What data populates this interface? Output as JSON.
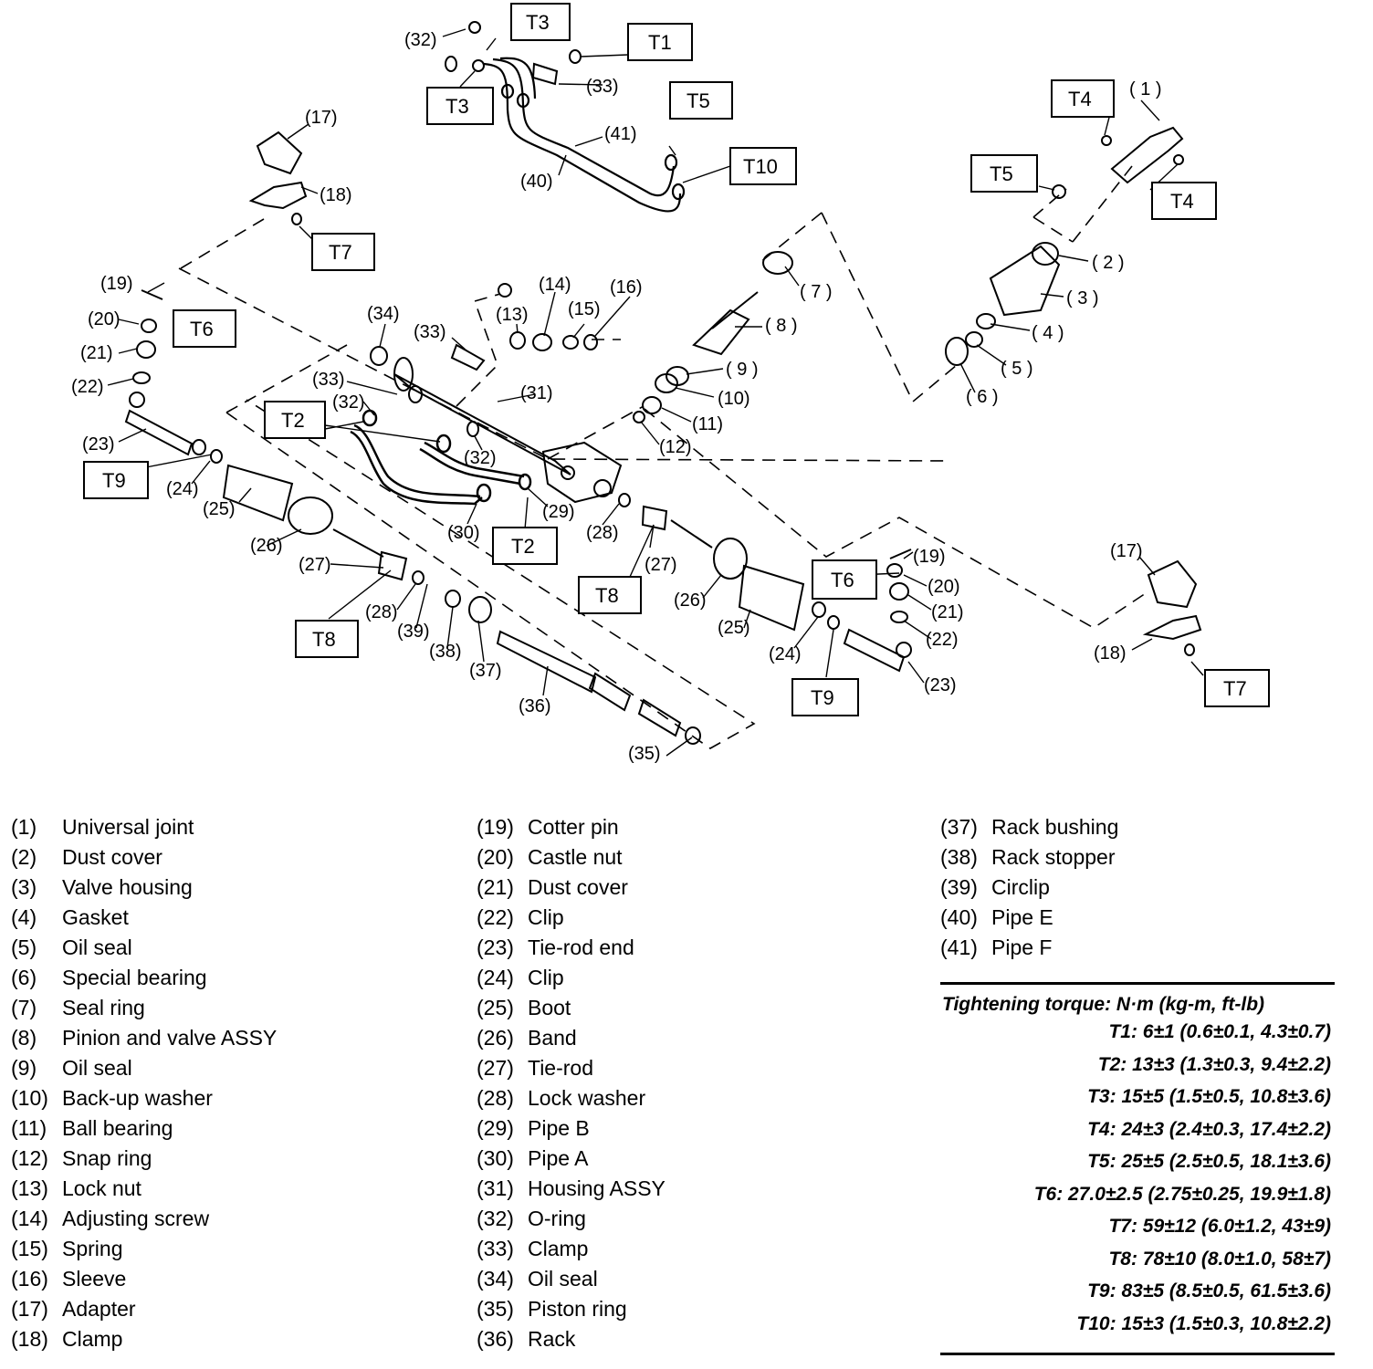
{
  "diagram": {
    "callouts": {
      "c1": "( 1 )",
      "c2": "( 2 )",
      "c3": "( 3 )",
      "c4": "( 4 )",
      "c5": "( 5 )",
      "c6": "( 6 )",
      "c7": "( 7 )",
      "c8": "( 8 )",
      "c9": "( 9 )",
      "c10": "(10)",
      "c11": "(11)",
      "c12": "(12)",
      "c13": "(13)",
      "c14": "(14)",
      "c15": "(15)",
      "c16": "(16)",
      "c17": "(17)",
      "c18": "(18)",
      "c19": "(19)",
      "c20": "(20)",
      "c21": "(21)",
      "c22": "(22)",
      "c23": "(23)",
      "c24": "(24)",
      "c25": "(25)",
      "c26": "(26)",
      "c27": "(27)",
      "c28": "(28)",
      "c29": "(29)",
      "c30": "(30)",
      "c31": "(31)",
      "c32": "(32)",
      "c33": "(33)",
      "c34": "(34)",
      "c35": "(35)",
      "c36": "(36)",
      "c37": "(37)",
      "c38": "(38)",
      "c39": "(39)",
      "c40": "(40)",
      "c41": "(41)"
    },
    "torque_tags": {
      "t1": "T1",
      "t2": "T2",
      "t3": "T3",
      "t4": "T4",
      "t5": "T5",
      "t6": "T6",
      "t7": "T7",
      "t8": "T8",
      "t9": "T9",
      "t10": "T10"
    }
  },
  "legend": {
    "col1": [
      {
        "num": "(1)",
        "name": "Universal joint"
      },
      {
        "num": "(2)",
        "name": "Dust cover"
      },
      {
        "num": "(3)",
        "name": "Valve housing"
      },
      {
        "num": "(4)",
        "name": "Gasket"
      },
      {
        "num": "(5)",
        "name": "Oil seal"
      },
      {
        "num": "(6)",
        "name": "Special bearing"
      },
      {
        "num": "(7)",
        "name": "Seal ring"
      },
      {
        "num": "(8)",
        "name": "Pinion and valve ASSY"
      },
      {
        "num": "(9)",
        "name": "Oil seal"
      },
      {
        "num": "(10)",
        "name": "Back-up washer"
      },
      {
        "num": "(11)",
        "name": "Ball bearing"
      },
      {
        "num": "(12)",
        "name": "Snap ring"
      },
      {
        "num": "(13)",
        "name": "Lock nut"
      },
      {
        "num": "(14)",
        "name": "Adjusting screw"
      },
      {
        "num": "(15)",
        "name": "Spring"
      },
      {
        "num": "(16)",
        "name": "Sleeve"
      },
      {
        "num": "(17)",
        "name": "Adapter"
      },
      {
        "num": "(18)",
        "name": "Clamp"
      }
    ],
    "col2": [
      {
        "num": "(19)",
        "name": "Cotter pin"
      },
      {
        "num": "(20)",
        "name": "Castle nut"
      },
      {
        "num": "(21)",
        "name": "Dust cover"
      },
      {
        "num": "(22)",
        "name": "Clip"
      },
      {
        "num": "(23)",
        "name": "Tie-rod end"
      },
      {
        "num": "(24)",
        "name": "Clip"
      },
      {
        "num": "(25)",
        "name": "Boot"
      },
      {
        "num": "(26)",
        "name": "Band"
      },
      {
        "num": "(27)",
        "name": "Tie-rod"
      },
      {
        "num": "(28)",
        "name": "Lock washer"
      },
      {
        "num": "(29)",
        "name": "Pipe B"
      },
      {
        "num": "(30)",
        "name": "Pipe A"
      },
      {
        "num": "(31)",
        "name": "Housing ASSY"
      },
      {
        "num": "(32)",
        "name": "O-ring"
      },
      {
        "num": "(33)",
        "name": "Clamp"
      },
      {
        "num": "(34)",
        "name": "Oil seal"
      },
      {
        "num": "(35)",
        "name": "Piston ring"
      },
      {
        "num": "(36)",
        "name": "Rack"
      }
    ],
    "col3": [
      {
        "num": "(37)",
        "name": "Rack bushing"
      },
      {
        "num": "(38)",
        "name": "Rack stopper"
      },
      {
        "num": "(39)",
        "name": "Circlip"
      },
      {
        "num": "(40)",
        "name": "Pipe E"
      },
      {
        "num": "(41)",
        "name": "Pipe F"
      }
    ]
  },
  "torque": {
    "title": "Tightening torque: N·m (kg-m, ft-lb)",
    "rows": [
      {
        "tag": "T1:",
        "value": "6±1 (0.6±0.1, 4.3±0.7)"
      },
      {
        "tag": "T2:",
        "value": "13±3 (1.3±0.3, 9.4±2.2)"
      },
      {
        "tag": "T3:",
        "value": "15±5 (1.5±0.5, 10.8±3.6)"
      },
      {
        "tag": "T4:",
        "value": "24±3 (2.4±0.3, 17.4±2.2)"
      },
      {
        "tag": "T5:",
        "value": "25±5 (2.5±0.5, 18.1±3.6)"
      },
      {
        "tag": "T6:",
        "value": "27.0±2.5 (2.75±0.25, 19.9±1.8)"
      },
      {
        "tag": "T7:",
        "value": "59±12 (6.0±1.2, 43±9)"
      },
      {
        "tag": "T8:",
        "value": "78±10 (8.0±1.0, 58±7)"
      },
      {
        "tag": "T9:",
        "value": "83±5 (8.5±0.5, 61.5±3.6)"
      },
      {
        "tag": "T10:",
        "value": "15±3 (1.5±0.3, 10.8±2.2)"
      }
    ]
  }
}
